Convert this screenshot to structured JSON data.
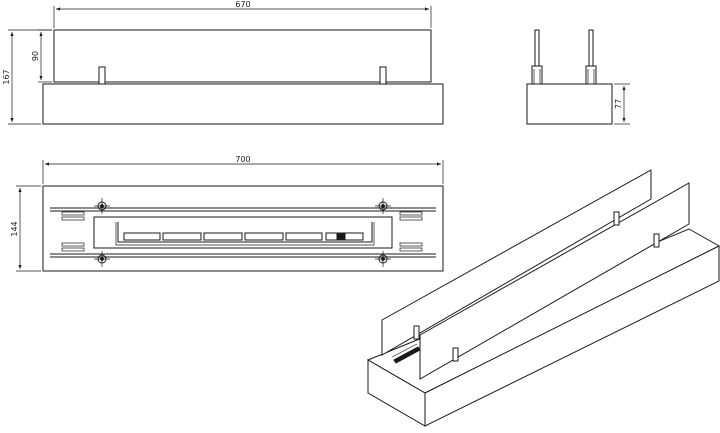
{
  "drawing": {
    "front_view": {
      "width_dim": "670",
      "height_dim": "90",
      "total_height_dim": "167"
    },
    "top_view": {
      "width_dim": "700",
      "depth_dim": "144"
    },
    "side_view": {
      "base_height_dim": "77"
    }
  }
}
